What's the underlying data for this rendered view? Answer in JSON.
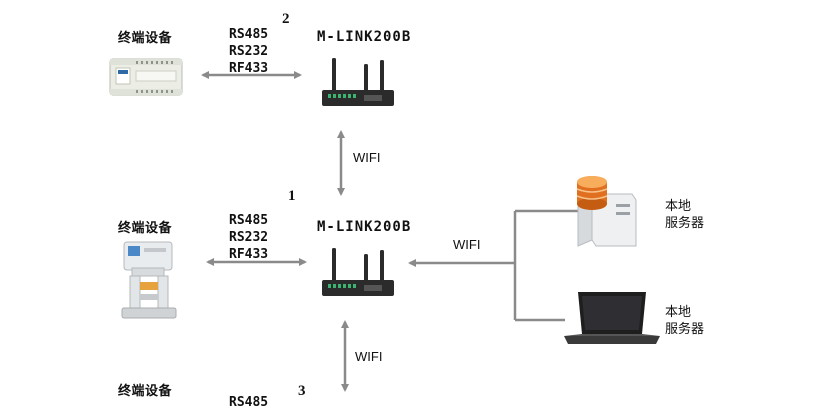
{
  "terminal_label": "终端设备",
  "protocols": [
    "RS485",
    "RS232",
    "RF433"
  ],
  "protocols_partial_row3": "RS485",
  "gateway_model": "M-LINK200B",
  "wifi_label": "WIFI",
  "server_label_line1": "本地",
  "server_label_line2": "服务器",
  "numbers": {
    "one": "1",
    "two": "2",
    "three": "3"
  },
  "colors": {
    "arrow": "#8a8a8a",
    "router_body": "#2b2b2b",
    "router_port": "#3cb371",
    "server_db": "#e07020",
    "laptop": "#1e1e1e"
  }
}
